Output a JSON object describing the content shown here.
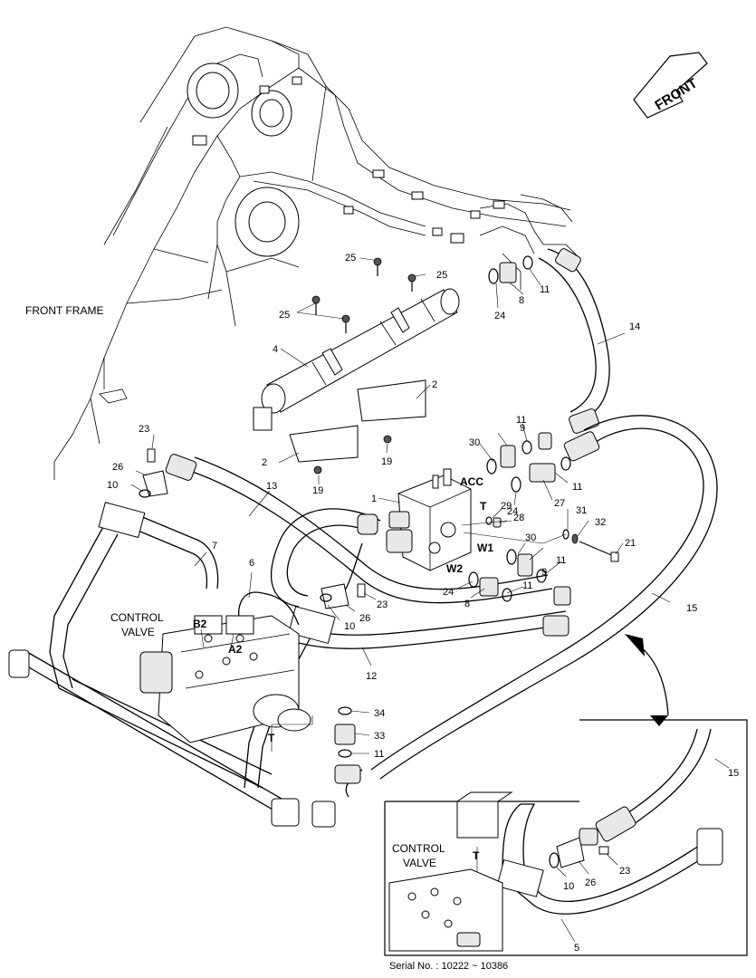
{
  "front_arrow": {
    "label": "FRONT"
  },
  "labels": {
    "front_frame": "FRONT FRAME",
    "control_valve": [
      "CONTROL",
      "VALVE"
    ],
    "inset_control_valve": [
      "CONTROL",
      "VALVE"
    ],
    "serial": "Serial No. : 10222 ~ 10386"
  },
  "port_labels": {
    "acc": "ACC",
    "t": "T",
    "w1": "W1",
    "w2": "W2",
    "b2": "B2",
    "a2": "A2",
    "t_valve": "T",
    "t_inset": "T"
  },
  "part_numbers": {
    "p1": "1",
    "p2a": "2",
    "p2b": "2",
    "p4": "4",
    "p5": "5",
    "p6": "6",
    "p7": "7",
    "p8a": "8",
    "p8b": "8",
    "p9a": "9",
    "p9b": "9",
    "p10a": "10",
    "p10b": "10",
    "p10c": "10",
    "p11a": "11",
    "p11b": "11",
    "p11c": "11",
    "p11d": "11",
    "p11e": "11",
    "p11f": "11",
    "p12": "12",
    "p13": "13",
    "p14": "14",
    "p15a": "15",
    "p15b": "15",
    "p19a": "19",
    "p19b": "19",
    "p21": "21",
    "p23a": "23",
    "p23b": "23",
    "p23c": "23",
    "p24a": "24",
    "p24b": "24",
    "p24c": "24",
    "p25a": "25",
    "p25b": "25",
    "p25c": "25",
    "p26a": "26",
    "p26b": "26",
    "p26c": "26",
    "p27": "27",
    "p28": "28",
    "p29": "29",
    "p30a": "30",
    "p30b": "30",
    "p31": "31",
    "p32": "32",
    "p33": "33",
    "p34": "34"
  }
}
